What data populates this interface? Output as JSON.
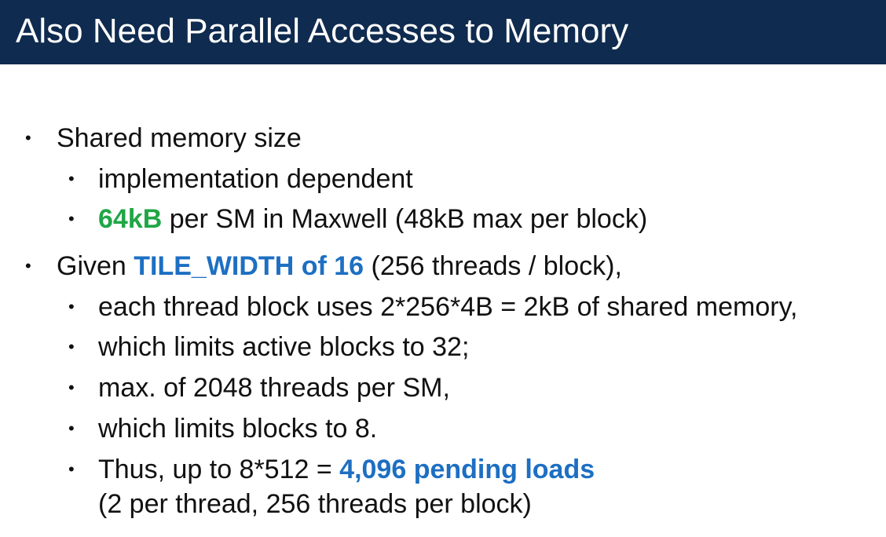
{
  "slide": {
    "title": "Also Need Parallel Accesses to Memory",
    "bullet_glyph": "•",
    "items": [
      {
        "text": "Shared memory size",
        "children": [
          {
            "text": "implementation dependent"
          },
          {
            "highlight": "64kB",
            "rest": " per SM in Maxwell (48kB max per block)"
          }
        ]
      },
      {
        "pre": "Given ",
        "highlight": "TILE_WIDTH of 16",
        "post": " (256 threads / block),",
        "children": [
          {
            "text": "each thread block uses 2*256*4B = 2kB of shared memory,"
          },
          {
            "text": "which limits active blocks to 32;"
          },
          {
            "text": "max. of 2048 threads per SM,"
          },
          {
            "text": "which limits blocks to 8."
          },
          {
            "pre": "Thus, up to 8*512 = ",
            "highlight": "4,096 pending loads",
            "continuation": "(2 per thread, 256 threads per block)"
          }
        ]
      }
    ]
  },
  "colors": {
    "title_bar": "#0f2b4f",
    "highlight_green": "#1fa645",
    "highlight_blue": "#1d6fc2"
  }
}
